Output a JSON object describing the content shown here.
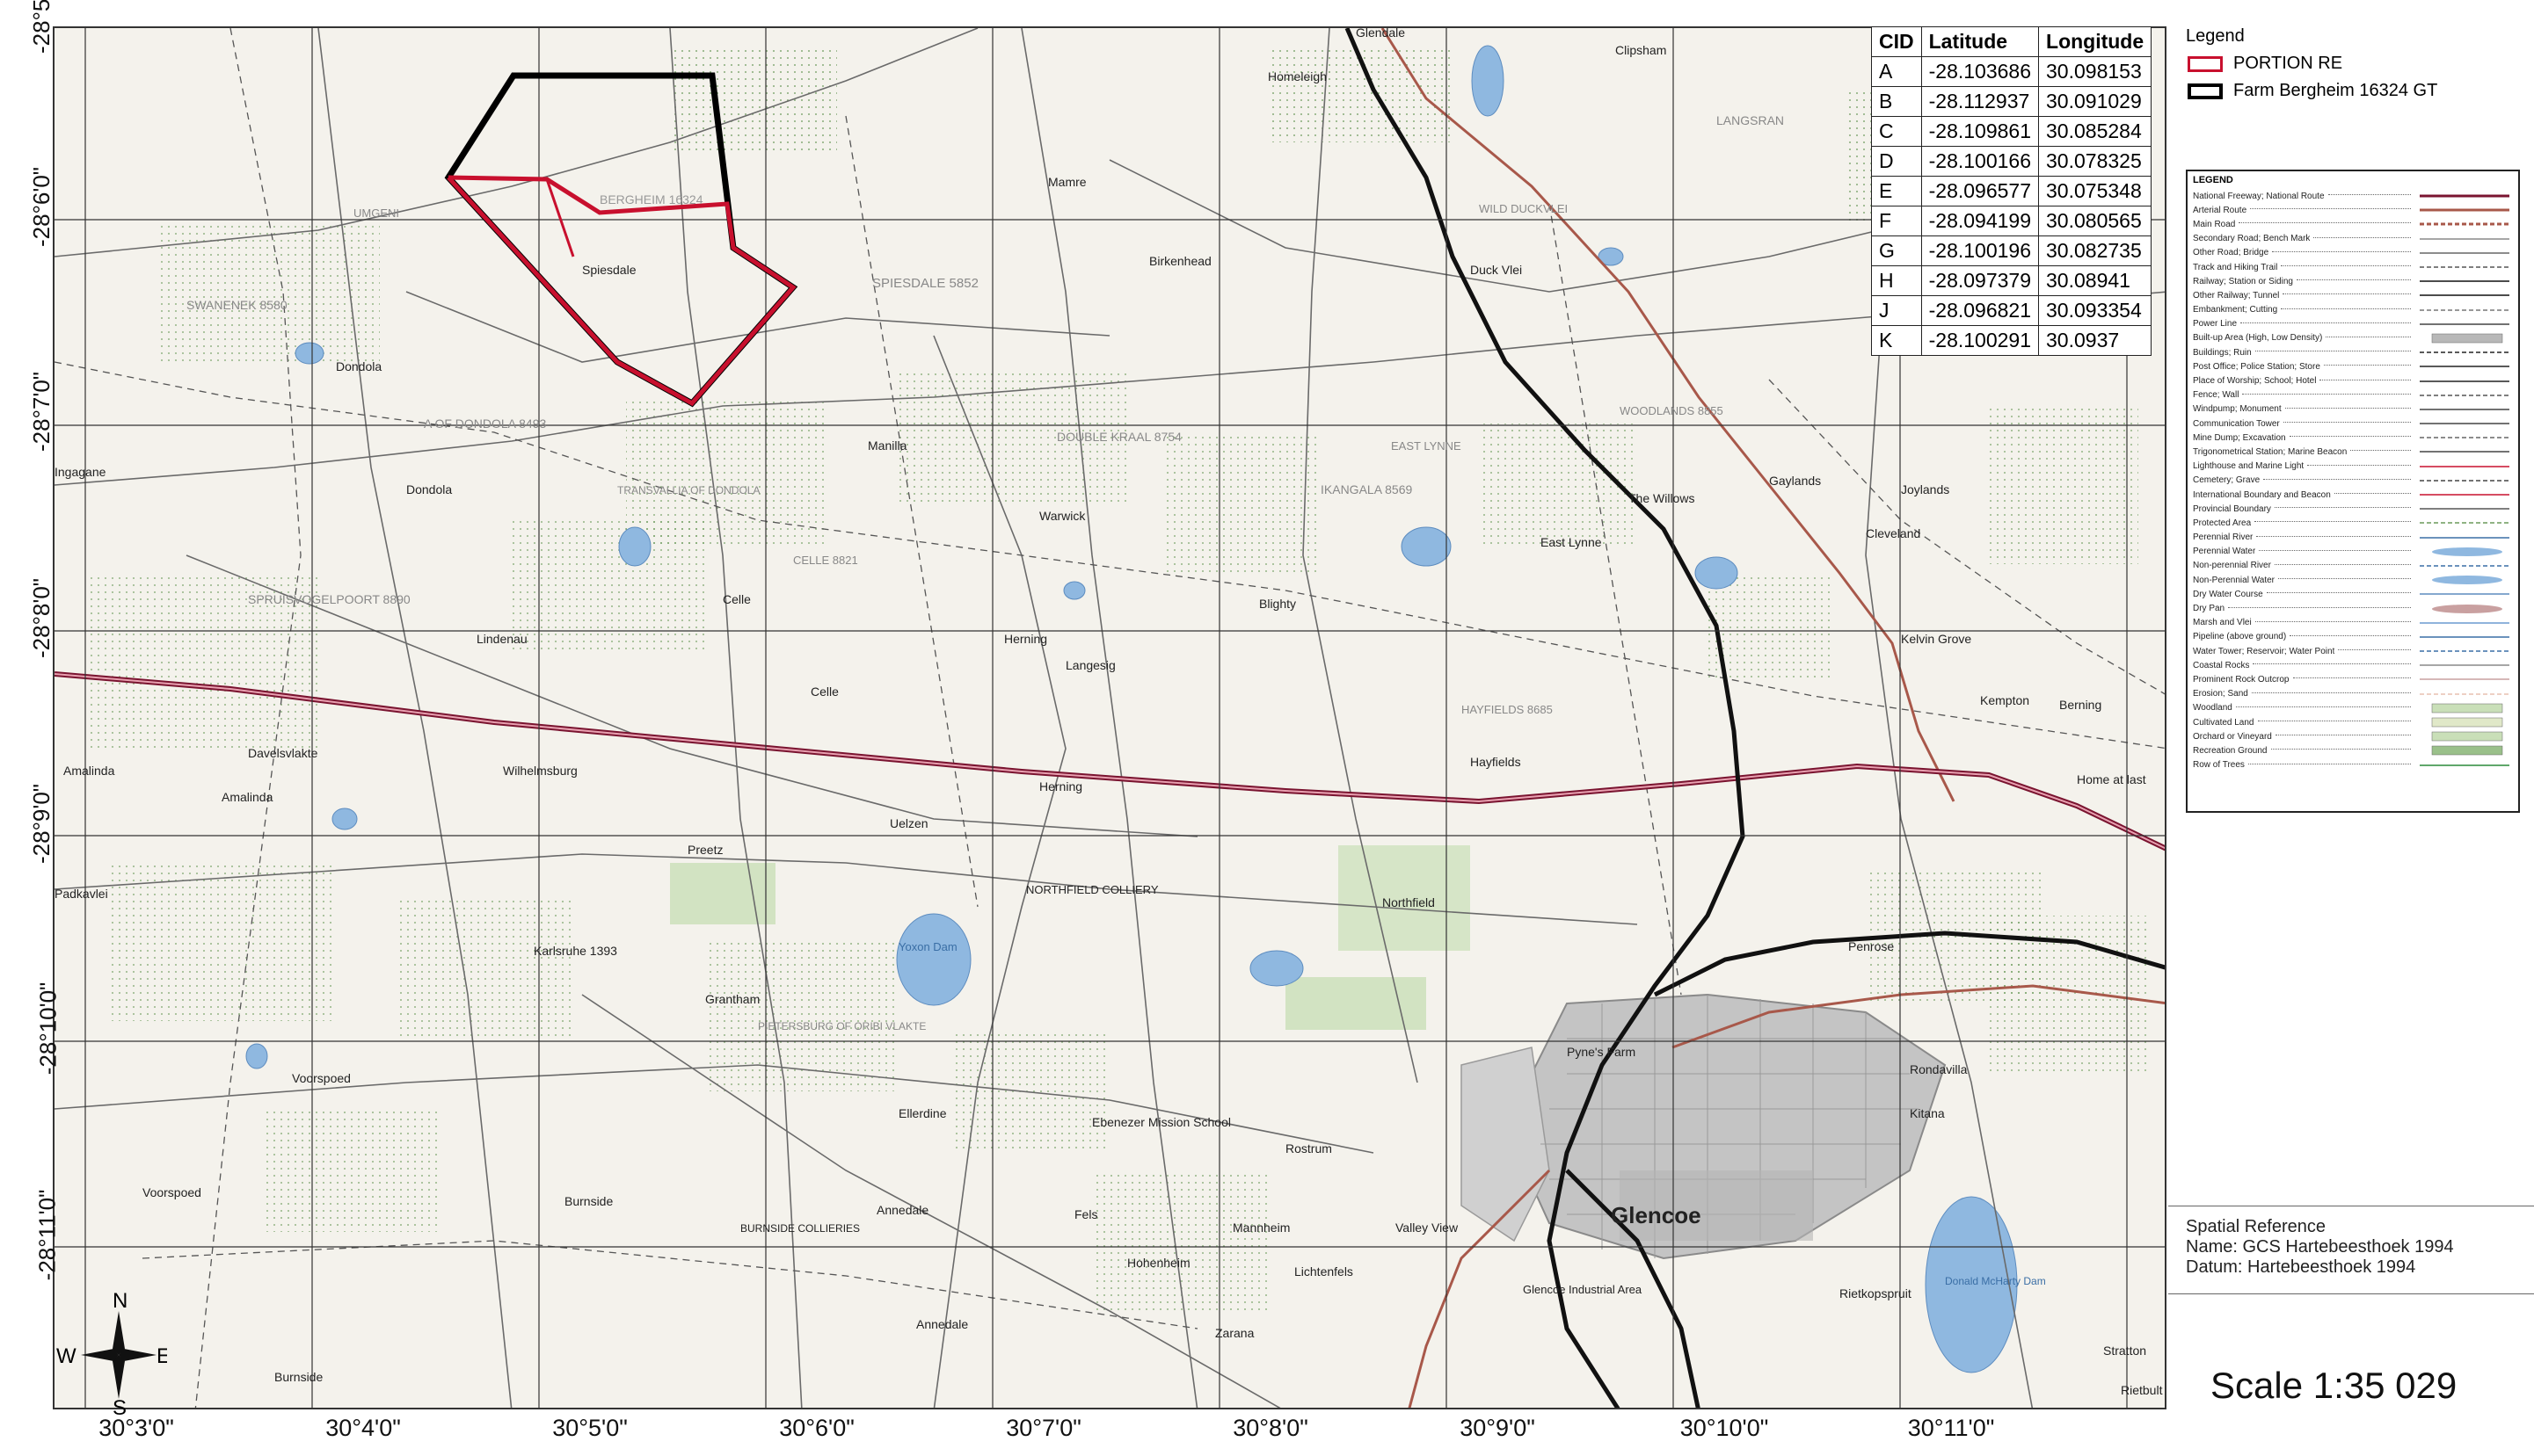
{
  "title": "Dannhauser Local Municipality, KwaZulu-Natal Province",
  "latitude_labels": [
    "-28°5'0\"",
    "-28°6'0\"",
    "-28°7'0\"",
    "-28°8'0\"",
    "-28°9'0\"",
    "-28°10'0\"",
    "-28°11'0\""
  ],
  "longitude_labels": [
    "30°3'0\"",
    "30°4'0\"",
    "30°5'0\"",
    "30°6'0\"",
    "30°7'0\"",
    "30°8'0\"",
    "30°9'0\"",
    "30°10'0\"",
    "30°11'0\""
  ],
  "coordinates_table": {
    "headers": [
      "CID",
      "Latitude",
      "Longitude"
    ],
    "rows": [
      [
        "A",
        "-28.103686",
        "30.098153"
      ],
      [
        "B",
        "-28.112937",
        "30.091029"
      ],
      [
        "C",
        "-28.109861",
        "30.085284"
      ],
      [
        "D",
        "-28.100166",
        "30.078325"
      ],
      [
        "E",
        "-28.096577",
        "30.075348"
      ],
      [
        "F",
        "-28.094199",
        "30.080565"
      ],
      [
        "G",
        "-28.100196",
        "30.082735"
      ],
      [
        "H",
        "-28.097379",
        "30.08941"
      ],
      [
        "J",
        "-28.096821",
        "30.093354"
      ],
      [
        "K",
        "-28.100291",
        "30.0937"
      ]
    ]
  },
  "legend": {
    "title": "Legend",
    "items": [
      {
        "label": "PORTION RE",
        "color": "#c8102e"
      },
      {
        "label": "Farm Bergheim 16324 GT",
        "color": "#000000"
      }
    ]
  },
  "topo_legend": {
    "title": "LEGEND",
    "items": [
      "National Freeway; National Route",
      "Arterial Route",
      "Main Road",
      "Secondary Road; Bench Mark",
      "Other Road; Bridge",
      "Track and Hiking Trail",
      "Railway; Station or Siding",
      "Other Railway; Tunnel",
      "Embankment; Cutting",
      "Power Line",
      "Built-up Area (High, Low Density)",
      "Buildings; Ruin",
      "Post Office; Police Station; Store",
      "Place of Worship; School; Hotel",
      "Fence; Wall",
      "Windpump; Monument",
      "Communication Tower",
      "Mine Dump; Excavation",
      "Trigonometrical Station; Marine Beacon",
      "Lighthouse and Marine Light",
      "Cemetery; Grave",
      "International Boundary and Beacon",
      "Provincial Boundary",
      "Protected Area",
      "Perennial River",
      "Perennial Water",
      "Non-perennial River",
      "Non-Perennial Water",
      "Dry Water Course",
      "Dry Pan",
      "Marsh and Vlei",
      "Pipeline (above ground)",
      "Water Tower; Reservoir; Water Point",
      "Coastal Rocks",
      "Prominent Rock Outcrop",
      "Erosion; Sand",
      "Woodland",
      "Cultivated Land",
      "Orchard or Vineyard",
      "Recreation Ground",
      "Row of Trees"
    ]
  },
  "spatial_reference": {
    "title": "Spatial Reference",
    "name": "Name: GCS Hartebeesthoek 1994",
    "datum": "Datum: Hartebeesthoek 1994"
  },
  "scale": "Scale 1:35 029",
  "compass": {
    "n": "N",
    "s": "S",
    "e": "E",
    "w": "W"
  },
  "place_names": {
    "glencoe": "Glencoe",
    "dundee_cemetery": "Glencoe Industrial Area",
    "spiesdale": "Spiesdale",
    "spiesdale_farm": "SPIESDALE 5852",
    "bergheim": "BERGHEIM 16324",
    "dondola": "Dondola",
    "dondola2": "Dondola",
    "dondola_farm": "A OF DONDOLA 8493",
    "manilla": "Manilla",
    "double_kraal": "DOUBLE KRAAL 8754",
    "ingagane": "Ingagane",
    "bhekzulu": "Birkenhead",
    "homeleigh": "Homeleigh",
    "mamre": "Mamre",
    "glendale": "Glendale",
    "clipsham": "Clipsham",
    "langsran": "LANGSRAN",
    "wild_duckvlei": "WILD DUCKVLEI",
    "duck_vlei": "Duck Vlei",
    "woodlands": "WOODLANDS 8855",
    "the_willows": "The Willows",
    "gaylands": "Gaylands",
    "joylands": "Joylands",
    "cleveland": "Cleveland",
    "east_lynne": "East Lynne",
    "east_lynne_farm": "EAST LYNNE",
    "warwick": "Warwick",
    "lindenau": "Lindenau",
    "celle": "Celle",
    "celle2": "Celle",
    "celle_farm": "CELLE 8821",
    "herning": "Herning",
    "langesig": "Langesig",
    "blighty": "Blighty",
    "ikangala": "IKANGALA 8569",
    "hayfields": "Hayfields",
    "hayfields_farm": "HAYFIELDS 8685",
    "kelvin_grove": "Kelvin Grove",
    "kempton": "Kempton",
    "berning": "Berning",
    "home_at_last": "Home at last",
    "davelsvlakte": "Davelsvlakte",
    "amalinda": "Amalinda",
    "amalinda2": "Amalinda",
    "wilhelmsburg": "Wilhelmsburg",
    "preetz": "Preetz",
    "uelzen": "Uelzen",
    "herning2": "Herning",
    "northfield": "Northfield",
    "northfield_colliery": "NORTHFIELD COLLIERY",
    "yoxon_dam": "Yoxon Dam",
    "padkavlei": "Padkavlei",
    "karlsruhe": "Karlsruhe 1393",
    "grantham": "Grantham",
    "pietersburg": "PIETERSBURG OF ORIBI VLAKTE",
    "voorspoed": "Voorspoed",
    "voorspoed2": "Voorspoed",
    "ellerdine": "Ellerdine",
    "ebenezer": "Ebenezer Mission School",
    "burnside": "Burnside",
    "burnside_coll": "BURNSIDE COLLIERIES",
    "burnside2": "Burnside",
    "annedale": "Annedale",
    "annedale2": "Annedale",
    "fels": "Fels",
    "hohenheim": "Hohenheim",
    "zarana": "Zarana",
    "mannheim": "Mannheim",
    "lichtenfels": "Lichtenfels",
    "valley_view": "Valley View",
    "rostrum": "Rostrum",
    "pynes_farm": "Pyne's Farm",
    "rondavilla": "Rondavilla",
    "kitana": "Kitana",
    "penrose": "Penrose",
    "rietkopspruit": "Rietkopspruit",
    "stratton": "Stratton",
    "rietbult": "Rietbult",
    "donald_mcharty": "Donald McHarty Dam",
    "spruisvogelpoort": "SPRUISVOGELPOORT 8890",
    "transvallia": "TRANSVALLIA OF DONDOLA",
    "swaneneek": "SWANENEK 8580",
    "umgeni": "UMGENI"
  },
  "colors": {
    "farm_outline": "#000000",
    "portion_outline": "#c8102e",
    "arterial_route": "#7a1430",
    "railway": "#111111",
    "water": "#8fb8e0",
    "woodland": "#c9dfb8",
    "builtup": "#b8b8b8",
    "road_brown": "#a8584a"
  }
}
